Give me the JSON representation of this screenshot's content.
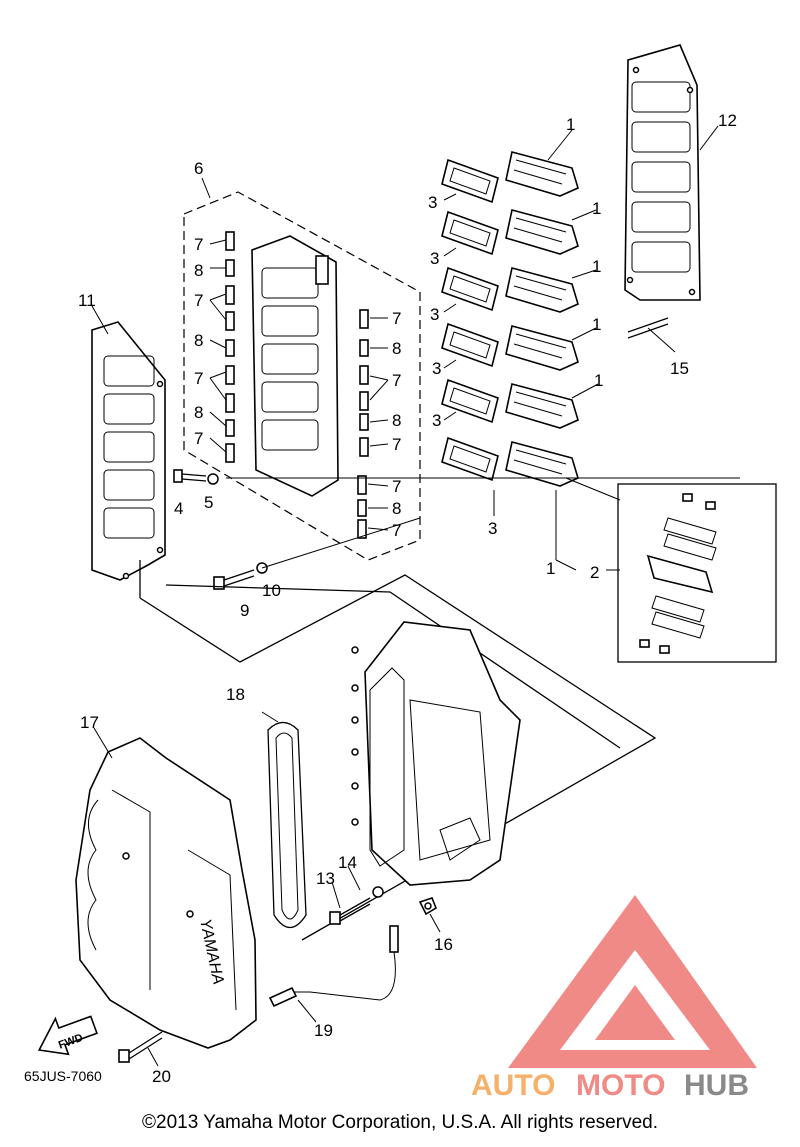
{
  "callouts": {
    "c1": "1",
    "c2": "2",
    "c3": "3",
    "c4": "4",
    "c5": "5",
    "c6": "6",
    "c7": "7",
    "c8": "8",
    "c9": "9",
    "c10": "10",
    "c11": "11",
    "c12": "12",
    "c13": "13",
    "c14": "14",
    "c15": "15",
    "c16": "16",
    "c17": "17",
    "c18": "18",
    "c19": "19",
    "c20": "20"
  },
  "fwd_label": "FWD",
  "brand_on_cover": "YAMAHA",
  "drawing_code": "65JUS-7060",
  "watermark": {
    "auto": "AUTO",
    "moto": "MOTO",
    "hub": "HUB"
  },
  "copyright": "©2013 Yamaha Motor Corporation, U.S.A. All rights reserved.",
  "colors": {
    "watermark_red": "#f08a86",
    "watermark_orange": "#f6b06a",
    "watermark_gray": "#8a8a8a"
  }
}
